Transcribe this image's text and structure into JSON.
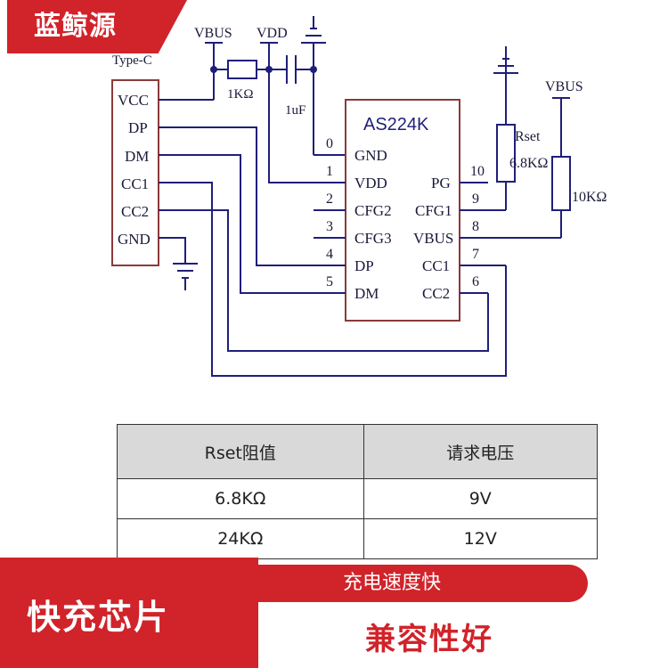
{
  "brand": {
    "name": "蓝鲸源"
  },
  "schematic": {
    "connector_label": "Type-C",
    "connector_pins": [
      "VCC",
      "DP",
      "DM",
      "CC1",
      "CC2",
      "GND"
    ],
    "supply_labels": {
      "vbus_top": "VBUS",
      "vdd": "VDD",
      "vbus_right": "VBUS"
    },
    "resistor_r1": "1KΩ",
    "capacitor_c1": "1uF",
    "rset_name": "Rset",
    "rset_value": "6.8KΩ",
    "pullup_value": "10KΩ",
    "chip_name": "AS224K",
    "chip_left_pins": [
      {
        "num": "0",
        "name": "GND"
      },
      {
        "num": "1",
        "name": "VDD"
      },
      {
        "num": "2",
        "name": "CFG2"
      },
      {
        "num": "3",
        "name": "CFG3"
      },
      {
        "num": "4",
        "name": "DP"
      },
      {
        "num": "5",
        "name": "DM"
      }
    ],
    "chip_right_pins": [
      {
        "num": "10",
        "name": "PG"
      },
      {
        "num": "9",
        "name": "CFG1"
      },
      {
        "num": "8",
        "name": "VBUS"
      },
      {
        "num": "7",
        "name": "CC1"
      },
      {
        "num": "6",
        "name": "CC2"
      }
    ]
  },
  "table": {
    "headers": [
      "Rset阻值",
      "请求电压"
    ],
    "rows": [
      [
        "6.8KΩ",
        "9V"
      ],
      [
        "24KΩ",
        "12V"
      ]
    ]
  },
  "taglines": {
    "charging_speed": "充电速度快",
    "fast_chip": "快充芯片",
    "compatibility": "兼容性好"
  },
  "colors": {
    "accent_red": "#d1232a",
    "wire_blue": "#1f1f7a"
  }
}
